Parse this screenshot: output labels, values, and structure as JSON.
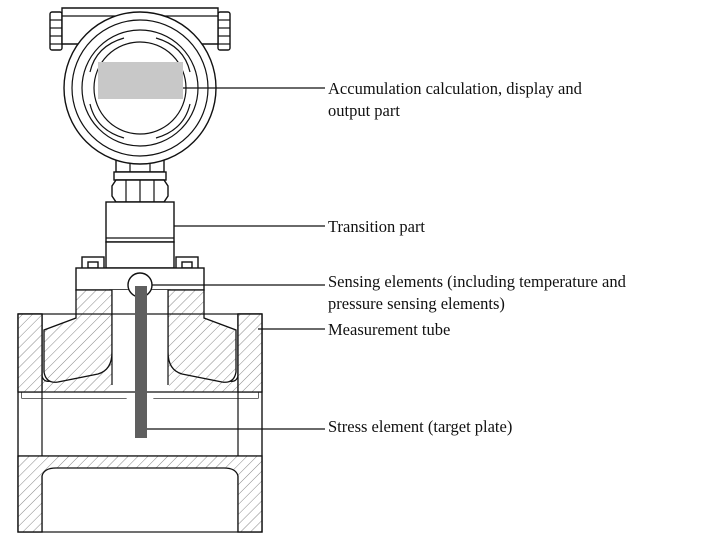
{
  "callouts": [
    {
      "id": "display",
      "lines": [
        "Accumulation calculation, display and",
        "output part"
      ]
    },
    {
      "id": "transition",
      "lines": [
        "Transition part"
      ]
    },
    {
      "id": "sensing",
      "lines": [
        "Sensing elements (including temperature and",
        "pressure sensing elements)"
      ]
    },
    {
      "id": "tube",
      "lines": [
        "Measurement tube"
      ]
    },
    {
      "id": "stress",
      "lines": [
        "Stress element (target plate)"
      ]
    }
  ],
  "colors": {
    "line": "#111111",
    "display_window": "#c8c8c8",
    "target_plate": "#5f5f5f",
    "hatch": "#777777"
  }
}
